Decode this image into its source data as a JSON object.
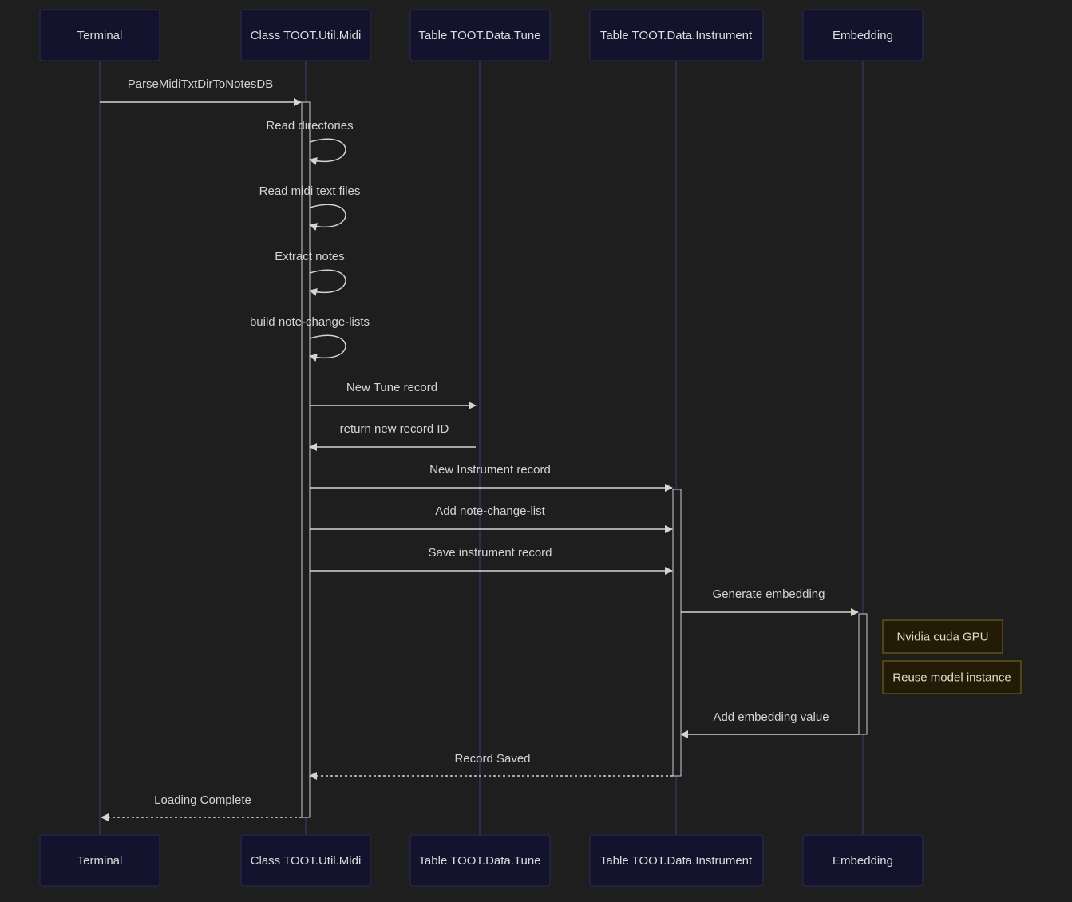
{
  "colors": {
    "background": "#1e1e1e",
    "actor_fill": "#13132e",
    "actor_stroke": "#2b2b55",
    "actor_text": "#dcdcdc",
    "lifeline": "#3a2e5e",
    "message": "#d4d4d4",
    "activation_fill": "#1e1e1e",
    "activation_stroke": "#cfcfcf",
    "note_fill": "#231b08",
    "note_stroke": "#5e5414",
    "note_text": "#e3dcc0"
  },
  "actors": [
    {
      "id": "terminal",
      "label": "Terminal"
    },
    {
      "id": "midi",
      "label": "Class TOOT.Util.Midi"
    },
    {
      "id": "tune",
      "label": "Table TOOT.Data.Tune"
    },
    {
      "id": "instrument",
      "label": "Table TOOT.Data.Instrument"
    },
    {
      "id": "embedding",
      "label": "Embedding"
    }
  ],
  "messages": [
    {
      "from": "terminal",
      "to": "midi",
      "label": "ParseMidiTxtDirToNotesDB",
      "style": "solid"
    },
    {
      "from": "midi",
      "to": "midi",
      "label": "Read directories",
      "style": "self"
    },
    {
      "from": "midi",
      "to": "midi",
      "label": "Read midi text files",
      "style": "self"
    },
    {
      "from": "midi",
      "to": "midi",
      "label": "Extract notes",
      "style": "self"
    },
    {
      "from": "midi",
      "to": "midi",
      "label": "build note-change-lists",
      "style": "self"
    },
    {
      "from": "midi",
      "to": "tune",
      "label": "New Tune record",
      "style": "solid"
    },
    {
      "from": "tune",
      "to": "midi",
      "label": "return new record ID",
      "style": "solid"
    },
    {
      "from": "midi",
      "to": "instrument",
      "label": "New Instrument record",
      "style": "solid"
    },
    {
      "from": "midi",
      "to": "instrument",
      "label": "Add note-change-list",
      "style": "solid"
    },
    {
      "from": "midi",
      "to": "instrument",
      "label": "Save instrument record",
      "style": "solid"
    },
    {
      "from": "instrument",
      "to": "embedding",
      "label": "Generate embedding",
      "style": "solid"
    },
    {
      "from": "embedding",
      "to": "instrument",
      "label": "Add embedding value",
      "style": "solid"
    },
    {
      "from": "instrument",
      "to": "midi",
      "label": "Record Saved",
      "style": "dashed"
    },
    {
      "from": "midi",
      "to": "terminal",
      "label": "Loading Complete",
      "style": "dashed"
    }
  ],
  "notes": [
    {
      "label": "Nvidia cuda GPU"
    },
    {
      "label": "Reuse model instance"
    }
  ]
}
